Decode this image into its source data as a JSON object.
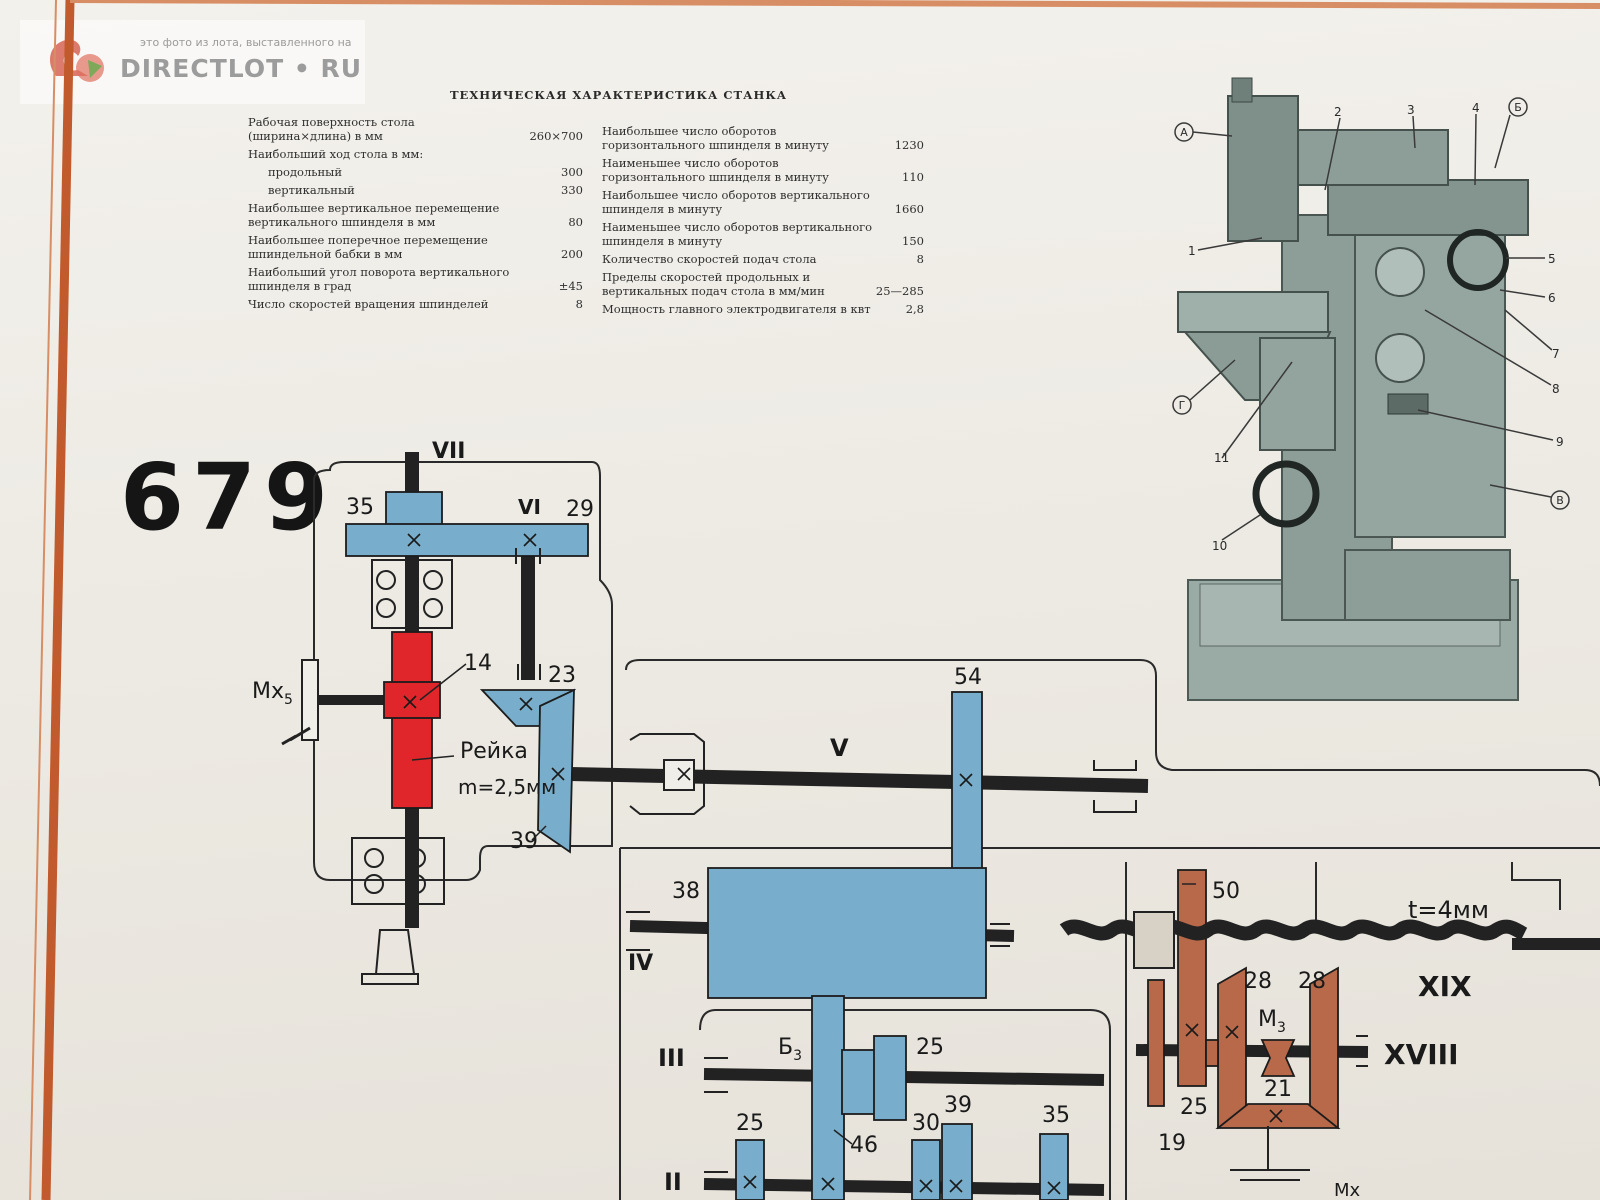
{
  "watermark": {
    "note": "это фото из лота, выставленного на",
    "brand": "DIRECTLOT • RU"
  },
  "specs": {
    "title": "ТЕХНИЧЕСКАЯ ХАРАКТЕРИСТИКА СТАНКА",
    "left": [
      {
        "label": "Рабочая поверхность стола (ширина×длина) в мм",
        "value": "260×700"
      },
      {
        "label": "Наибольший ход стола в мм:",
        "value": ""
      },
      {
        "label": "продольный",
        "value": "300"
      },
      {
        "label": "вертикальный",
        "value": "330"
      },
      {
        "label": "Наибольшее вертикальное перемещение вертикального шпинделя в мм",
        "value": "80"
      },
      {
        "label": "Наибольшее поперечное перемещение шпиндельной бабки в мм",
        "value": "200"
      },
      {
        "label": "Наибольший угол поворота вертикального шпинделя в град",
        "value": "±45"
      },
      {
        "label": "Число скоростей вращения шпинделей",
        "value": "8"
      }
    ],
    "right": [
      {
        "label": "Наибольшее число оборотов горизонтального шпинделя в минуту",
        "value": "1230"
      },
      {
        "label": "Наименьшее число оборотов горизонтального шпинделя в минуту",
        "value": "110"
      },
      {
        "label": "Наибольшее число оборотов вертикального шпинделя в минуту",
        "value": "1660"
      },
      {
        "label": "Наименьшее число оборотов вертикального шпинделя в минуту",
        "value": "150"
      },
      {
        "label": "Количество скоростей подач стола",
        "value": "8"
      },
      {
        "label": "Пределы скоростей продольных и вертикальных подач стола в мм/мин",
        "value": "25—285"
      },
      {
        "label": "Мощность главного электродвигателя в квт",
        "value": "2,8"
      }
    ]
  },
  "model_number": "679",
  "machine_callouts": {
    "letters": [
      "А",
      "Б",
      "В",
      "Г"
    ],
    "numbers": [
      "1",
      "2",
      "3",
      "4",
      "5",
      "6",
      "7",
      "8",
      "9",
      "10",
      "11"
    ]
  },
  "kinematic": {
    "shafts": [
      "VII",
      "VI",
      "V",
      "IV",
      "III",
      "II",
      "XIX",
      "XVIII"
    ],
    "gear_teeth": [
      "35",
      "29",
      "14",
      "23",
      "39",
      "54",
      "38",
      "25",
      "46",
      "25",
      "30",
      "39",
      "35",
      "50",
      "28",
      "28",
      "21",
      "25",
      "19"
    ],
    "rack_label": "Рейка",
    "rack_module": "m=2,5мм",
    "clutch_mx5": "Мх",
    "clutch_mx5_sub": "5",
    "block_b3": "Б",
    "block_b3_sub": "3",
    "clutch_m3": "М",
    "clutch_m3_sub": "3",
    "screw_pitch": "t=4мм",
    "clutch_bottom": "Мх"
  },
  "colors": {
    "gear": "#78aecb",
    "rack": "#e0262a",
    "bevel": "#b8694a",
    "shaft": "#222222",
    "machine": "#8d9e98",
    "frame_border": "#c15a2c"
  }
}
